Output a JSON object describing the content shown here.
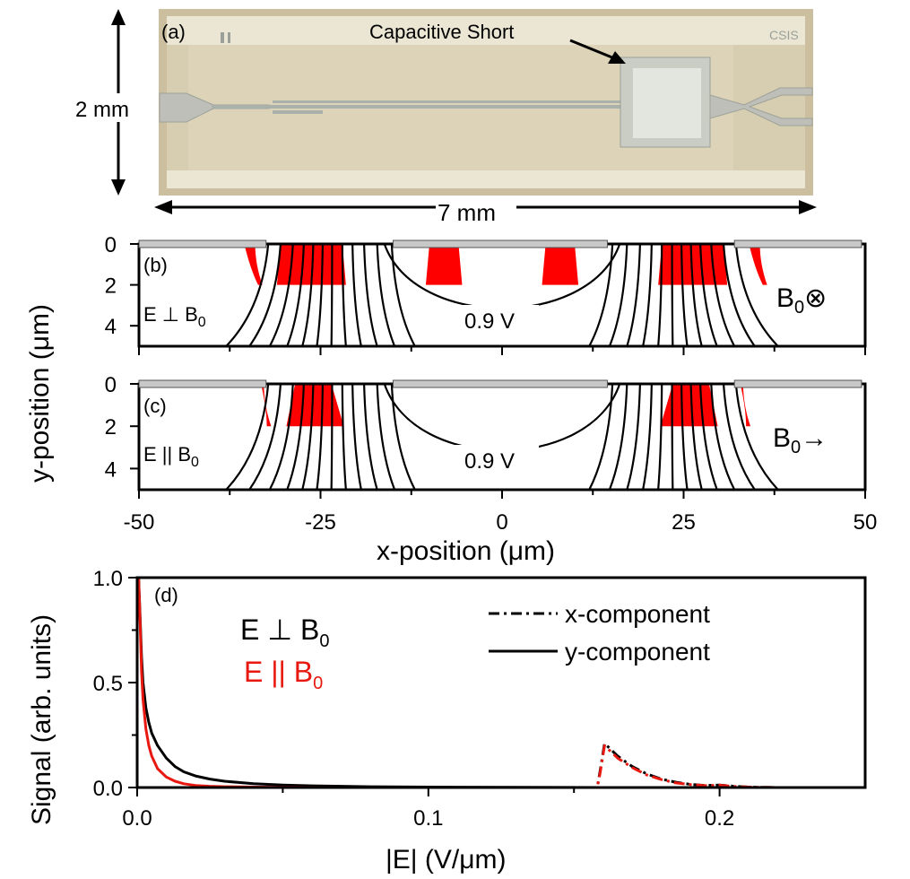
{
  "panel_a": {
    "label": "(a)",
    "annotation": "Capacitive Short",
    "height_label": "2 mm",
    "width_label": "7 mm",
    "logo_text": "CSIS"
  },
  "panel_b": {
    "label": "(b)",
    "condition": "E ⊥ B",
    "condition_sub": "0",
    "contour_label": "0.9 V",
    "field_label": "B",
    "field_sub": "0",
    "field_symbol": "⊗"
  },
  "panel_c": {
    "label": "(c)",
    "condition": "E || B",
    "condition_sub": "0",
    "contour_label": "0.9 V",
    "field_label": "B",
    "field_sub": "0",
    "field_symbol": "→"
  },
  "cross_section_axes": {
    "xlabel": "x-position (μm)",
    "ylabel": "y-position (μm)",
    "xlim": [
      -50,
      50
    ],
    "ylim": [
      0,
      5
    ],
    "xticks": [
      "-50",
      "-25",
      "0",
      "25",
      "50"
    ],
    "yticks": [
      "0",
      "2",
      "4"
    ]
  },
  "panel_d": {
    "label": "(d)",
    "legend_perp": "E ⊥ B",
    "legend_perp_sub": "0",
    "legend_par": "E || B",
    "legend_par_sub": "0",
    "legend_dash": "x-component",
    "legend_solid": "y-component"
  },
  "colors": {
    "perp": "#000000",
    "par": "#e8170f",
    "red_region": "#ff0000",
    "electrode": "#c8c8c8"
  },
  "chart_data": [
    {
      "type": "line",
      "title": "",
      "xlabel": "|E| (V/μm)",
      "ylabel": "Signal (arb. units)",
      "xlim": [
        0,
        0.25
      ],
      "ylim": [
        0,
        1
      ],
      "xticks": [
        "0.0",
        "0.1",
        "0.2"
      ],
      "yticks": [
        "0.0",
        "0.5",
        "1.0"
      ],
      "legend_position": "top-right",
      "grid": false,
      "series": [
        {
          "name": "E ⊥ B0 y-component",
          "color": "#000000",
          "style": "solid",
          "x": [
            0.0005,
            0.001,
            0.0015,
            0.002,
            0.003,
            0.004,
            0.005,
            0.007,
            0.01,
            0.013,
            0.016,
            0.02,
            0.025,
            0.03,
            0.04,
            0.05,
            0.06,
            0.08,
            0.1,
            0.13,
            0.16,
            0.2,
            0.25
          ],
          "y": [
            1.0,
            0.82,
            0.62,
            0.5,
            0.38,
            0.31,
            0.26,
            0.2,
            0.14,
            0.1,
            0.075,
            0.055,
            0.04,
            0.03,
            0.018,
            0.012,
            0.008,
            0.004,
            0.002,
            0.001,
            0.0,
            0.0,
            0.0
          ]
        },
        {
          "name": "E || B0 y-component",
          "color": "#e8170f",
          "style": "solid",
          "x": [
            0.0005,
            0.001,
            0.0015,
            0.002,
            0.003,
            0.004,
            0.005,
            0.007,
            0.01,
            0.013,
            0.016,
            0.02,
            0.025,
            0.03,
            0.04,
            0.05,
            0.07,
            0.1,
            0.15,
            0.25
          ],
          "y": [
            1.0,
            0.8,
            0.55,
            0.42,
            0.28,
            0.2,
            0.15,
            0.09,
            0.05,
            0.03,
            0.018,
            0.01,
            0.006,
            0.004,
            0.002,
            0.001,
            0.0,
            0.0,
            0.0,
            0.0
          ]
        },
        {
          "name": "E ⊥ B0 x-component",
          "color": "#000000",
          "style": "dashdot",
          "x": [
            0.0,
            0.1,
            0.158,
            0.159,
            0.1605,
            0.162,
            0.165,
            0.17,
            0.175,
            0.18,
            0.185,
            0.19,
            0.195,
            0.2,
            0.205,
            0.21,
            0.22,
            0.25
          ],
          "y": [
            0.0,
            0.0,
            0.0,
            0.08,
            0.21,
            0.19,
            0.15,
            0.1,
            0.065,
            0.04,
            0.025,
            0.015,
            0.01,
            0.012,
            0.006,
            0.002,
            0.0,
            0.0
          ]
        },
        {
          "name": "E || B0 x-component",
          "color": "#e8170f",
          "style": "dashdot",
          "x": [
            0.0,
            0.1,
            0.158,
            0.159,
            0.1605,
            0.162,
            0.165,
            0.17,
            0.175,
            0.18,
            0.185,
            0.19,
            0.195,
            0.2,
            0.205,
            0.21,
            0.22,
            0.25
          ],
          "y": [
            0.0,
            0.0,
            0.0,
            0.07,
            0.2,
            0.18,
            0.14,
            0.095,
            0.06,
            0.038,
            0.022,
            0.014,
            0.009,
            0.011,
            0.005,
            0.002,
            0.0,
            0.0
          ]
        }
      ]
    }
  ]
}
